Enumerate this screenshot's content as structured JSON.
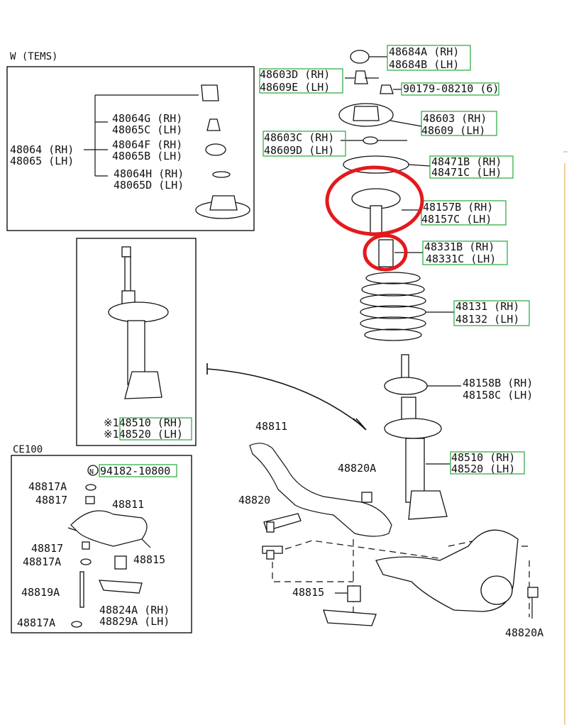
{
  "insets": {
    "tems": {
      "title": "W (TEMS)"
    },
    "ce100": {
      "title": "CE100"
    }
  },
  "labels": {
    "48684A": "48684A (RH)",
    "48684B": "48684B (LH)",
    "48603D": "48603D (RH)",
    "48609E": "48609E (LH)",
    "90179": "90179-08210 (6)",
    "48603": "48603 (RH)",
    "48609": "48609 (LH)",
    "48603C": "48603C (RH)",
    "48609D": "48609D (LH)",
    "48471B": "48471B (RH)",
    "48471C": "48471C (LH)",
    "48157B": "48157B (RH)",
    "48157C": "48157C (LH)",
    "48331B": "48331B (RH)",
    "48331C": "48331C (LH)",
    "48131": "48131 (RH)",
    "48132": "48132 (LH)",
    "48158B": "48158B (RH)",
    "48158C": "48158C (LH)",
    "48510": "48510 (RH)",
    "48520": "48520 (LH)",
    "48811": "48811",
    "48820A": "48820A",
    "48820": "48820",
    "48815": "48815",
    "48820A_b": "48820A",
    "tems_48064": "48064 (RH)",
    "tems_48065": "48065 (LH)",
    "tems_48064G": "48064G (RH)",
    "tems_48065C": "48065C (LH)",
    "tems_48064F": "48064F (RH)",
    "tems_48065B": "48065B (LH)",
    "tems_48064H": "48064H (RH)",
    "tems_48065D": "48065D (LH)",
    "strut_48510": "※148510 (RH)",
    "strut_48520": "※148520 (LH)",
    "ce_94182": "94182-10800",
    "ce_N": "N",
    "ce_48817A_1": "48817A",
    "ce_48817_1": "48817",
    "ce_48811": "48811",
    "ce_48817_2": "48817",
    "ce_48817A_2": "48817A",
    "ce_48815": "48815",
    "ce_48819A": "48819A",
    "ce_48824A": "48824A (RH)",
    "ce_48829A": "48829A (LH)",
    "ce_48817A_3": "48817A"
  },
  "annotations": {
    "highlight_color": "#22a83a",
    "circle_color": "#e3191c",
    "circled_parts": [
      "48157B (RH)",
      "48331B (RH)"
    ]
  }
}
